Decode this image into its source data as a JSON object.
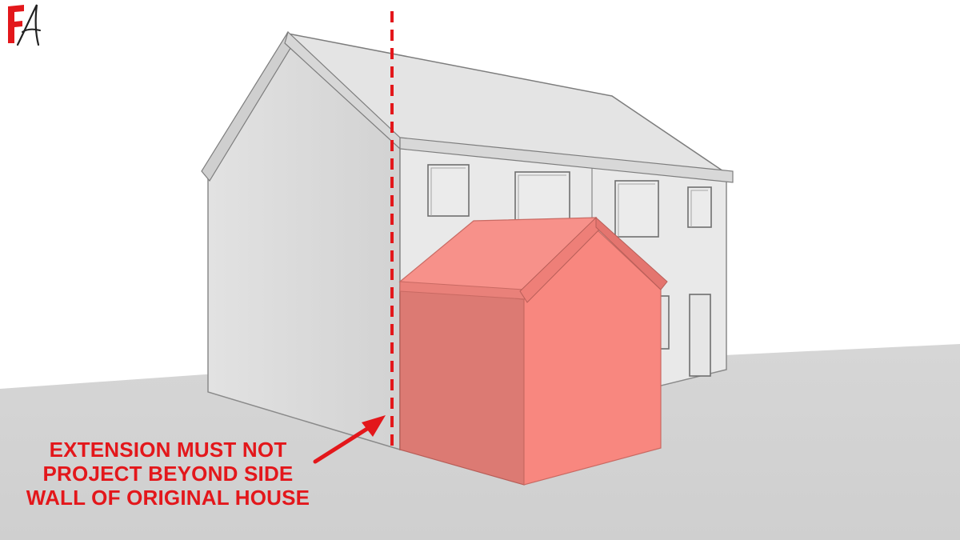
{
  "annotation": {
    "lines": [
      "EXTENSION MUST NOT",
      "PROJECT BEYOND SIDE",
      "WALL OF ORIGINAL HOUSE"
    ]
  },
  "logo": {
    "text": "FA"
  },
  "colors": {
    "annotation": "#e3171b",
    "extension_front": "#f8877f",
    "extension_side": "#dc7a73",
    "extension_roof": "#f7918a",
    "ground": "#d3d3d3",
    "house_side_wall": "#d9d9d9",
    "house_front_wall": "#e9e9e9",
    "roof": "#e4e4e4"
  },
  "icons": [
    "dashed-boundary-line",
    "arrow-icon",
    "logo-mark"
  ]
}
